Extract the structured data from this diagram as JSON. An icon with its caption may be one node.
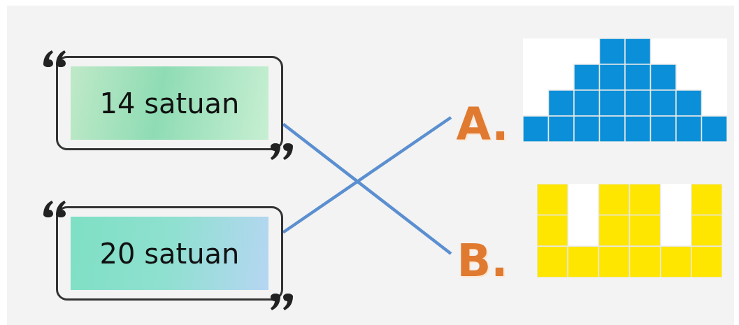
{
  "diagram": {
    "nodes": [
      {
        "text": [
          "14 satuan"
        ]
      },
      {
        "text": [
          "20 satuan"
        ]
      },
      {
        "text": [
          "A."
        ]
      },
      {
        "text": [],
        "shape": "picture"
      },
      {
        "text": [
          "B."
        ]
      },
      {
        "text": [],
        "shape": "picture"
      }
    ],
    "edges": [
      {
        "from": 0,
        "to": 4,
        "arrow": "none"
      },
      {
        "from": 1,
        "to": 2,
        "arrow": "none"
      }
    ]
  }
}
